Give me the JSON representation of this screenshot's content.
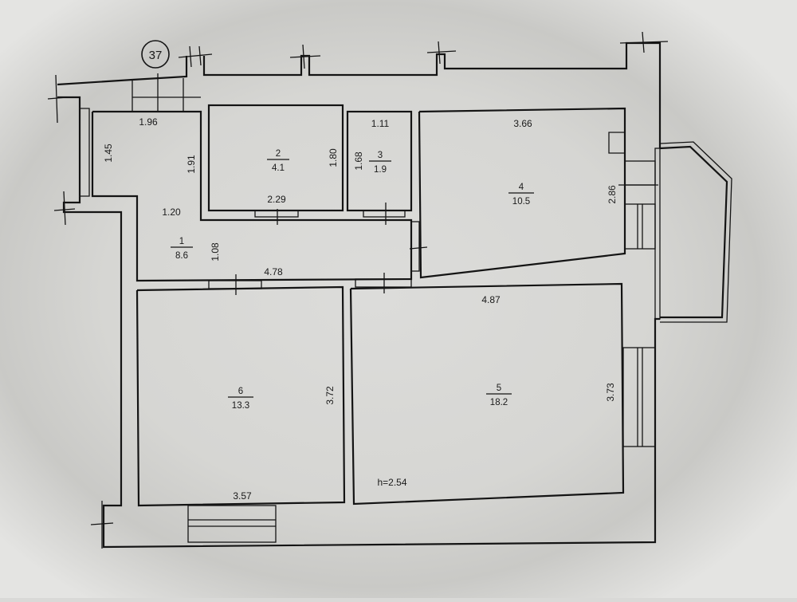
{
  "plan": {
    "apartment_number": "37",
    "ceiling_height": "h=2.54",
    "rooms": [
      {
        "number": "1",
        "area": "8.6"
      },
      {
        "number": "2",
        "area": "4.1"
      },
      {
        "number": "3",
        "area": "1.9"
      },
      {
        "number": "4",
        "area": "10.5"
      },
      {
        "number": "5",
        "area": "18.2"
      },
      {
        "number": "6",
        "area": "13.3"
      }
    ],
    "dimensions": {
      "hall_top": "1.96",
      "hall_left": "1.45",
      "hall_right": "1.91",
      "hall_width": "1.20",
      "hall_height": "1.08",
      "hall_bottom": "4.78",
      "room2_right": "1.80",
      "room2_bottom": "2.29",
      "room3_top": "1.11",
      "room3_left": "1.68",
      "room4_top": "3.66",
      "room4_right": "2.86",
      "room5_top": "4.87",
      "room5_right": "3.73",
      "room6_right": "3.72",
      "room6_bottom": "3.57"
    }
  }
}
